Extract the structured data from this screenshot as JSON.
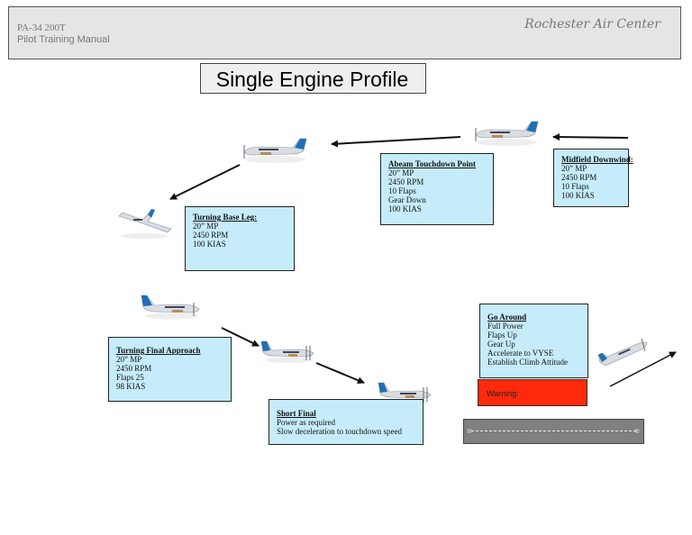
{
  "header": {
    "model": "PA-34 200T",
    "manual": "Pilot Training Manual",
    "organization": "Rochester Air Center"
  },
  "title": "Single Engine Profile",
  "colors": {
    "info_box": "#c6ecfb",
    "warning": "#ff2a0c",
    "runway": "#808080",
    "aircraft_tail": "#1e6fb5"
  },
  "steps": {
    "midfield_downwind": {
      "heading": "Midfield Downwind:",
      "lines": [
        "20” MP",
        "2450 RPM",
        "10 Flaps",
        "100 KIAS"
      ]
    },
    "abeam_touchdown": {
      "heading": "Abeam Touchdown Point",
      "lines": [
        "20” MP",
        "2450 RPM",
        "10 Flaps",
        "Gear Down",
        "100 KIAS"
      ]
    },
    "turning_base": {
      "heading": "Turning Base Leg:",
      "lines": [
        "20” MP",
        "2450 RPM",
        "100 KIAS"
      ]
    },
    "turning_final": {
      "heading": "Turning Final Approach",
      "lines": [
        "20” MP",
        "2450 RPM",
        "Flaps 25",
        "98 KIAS"
      ]
    },
    "short_final": {
      "heading": "Short Final",
      "lines": [
        "Power as required",
        "Slow deceleration to touchdown speed"
      ]
    },
    "go_around": {
      "heading": "Go Around",
      "lines": [
        "Full Power",
        "Flaps Up",
        "Gear Up",
        "Accelerate to VYSE",
        "Establish Climb Attitude"
      ]
    }
  },
  "warning": {
    "label": "Warning:"
  },
  "runway": {
    "end_left": "=",
    "end_right": "="
  }
}
